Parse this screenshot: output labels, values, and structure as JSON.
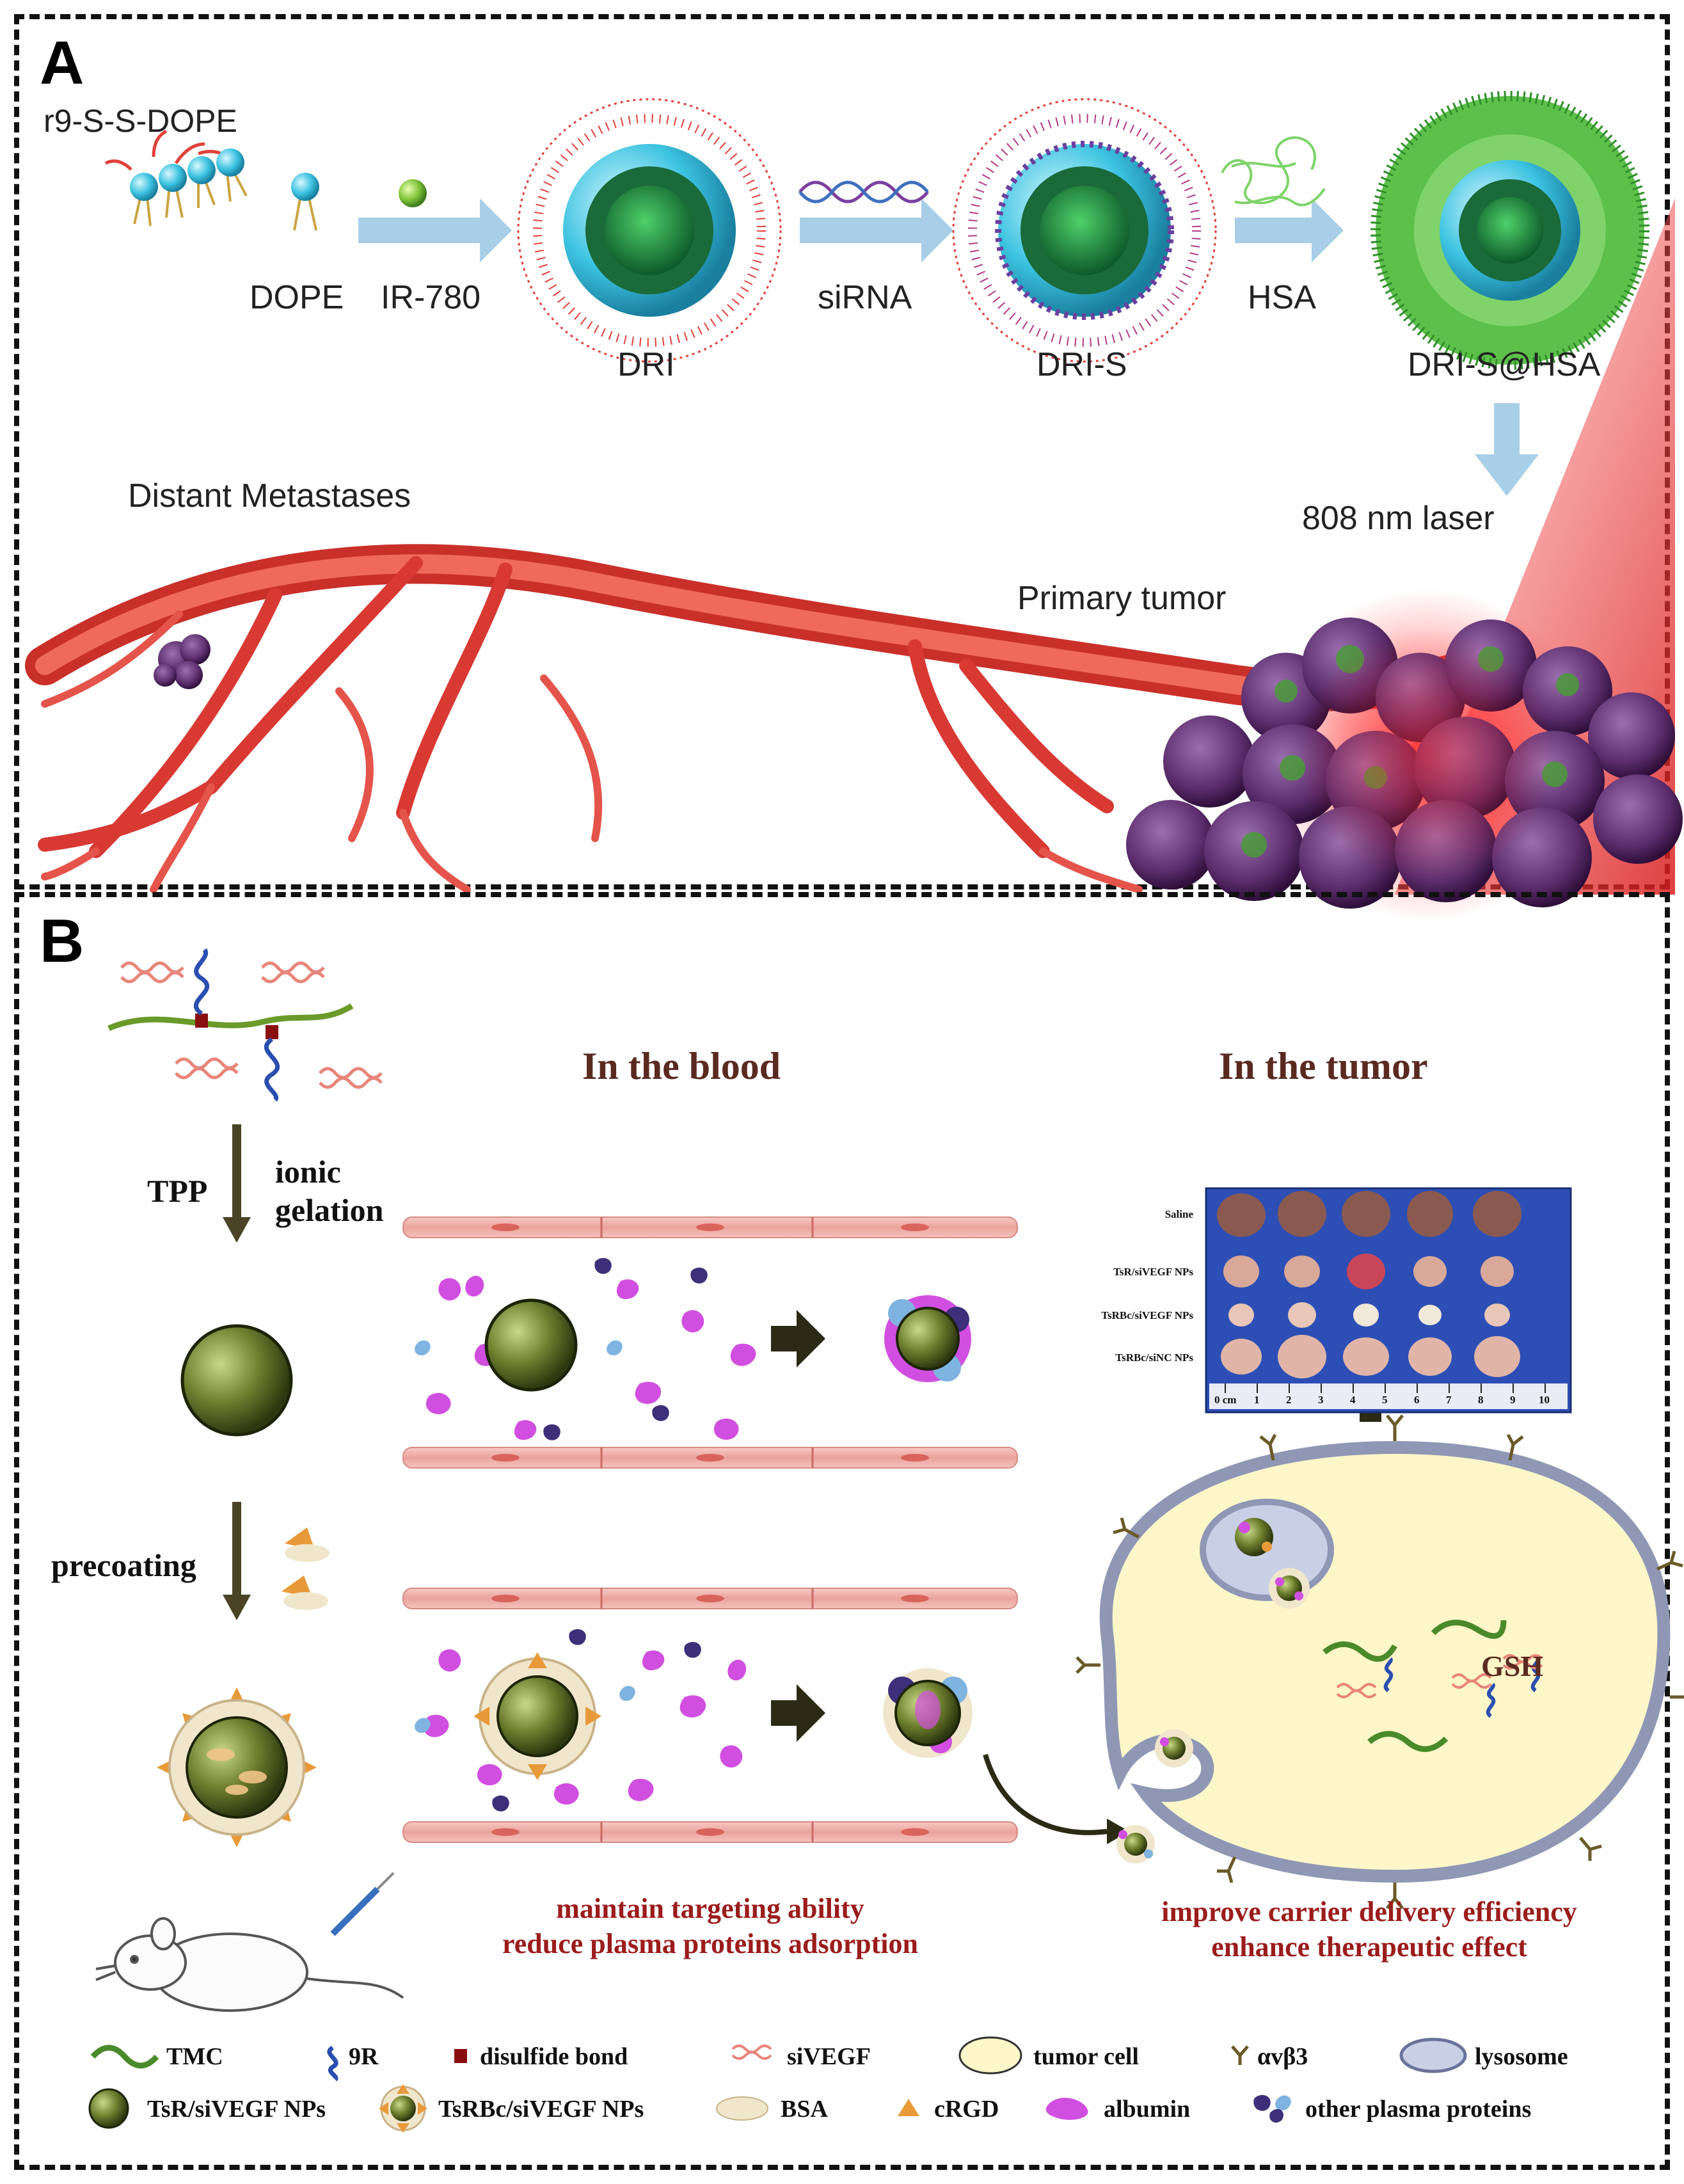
{
  "panel_a": {
    "letter": "A",
    "labels": {
      "r9": "r9-S-S-DOPE",
      "dope": "DOPE",
      "ir780": "IR-780",
      "sirna": "siRNA",
      "hsa": "HSA",
      "dri": "DRI",
      "dris": "DRI-S",
      "drishsa": "DRI-S@HSA",
      "laser": "808 nm laser",
      "metastases": "Distant Metastases",
      "primary": "Primary tumor"
    }
  },
  "panel_b": {
    "letter": "B",
    "titles": {
      "blood": "In the blood",
      "tumor": "In the tumor"
    },
    "steps": {
      "tpp": "TPP",
      "ionic": "ionic",
      "gelation": "gelation",
      "precoating": "precoating"
    },
    "gsh": "GSH",
    "notes": {
      "blood_1": "maintain targeting ability",
      "blood_2": "reduce plasma proteins adsorption",
      "tumor_1": "improve carrier delivery efficiency",
      "tumor_2": "enhance therapeutic effect"
    },
    "photo": {
      "rows": [
        "Saline",
        "TsR/siVEGF NPs",
        "TsRBc/siVEGF NPs",
        "TsRBc/siNC NPs"
      ],
      "ruler_labels": [
        "0 cm",
        "1",
        "2",
        "3",
        "4",
        "5",
        "6",
        "7",
        "8",
        "9",
        "10"
      ]
    },
    "legend": {
      "row1": [
        "TMC",
        "9R",
        "disulfide bond",
        "siVEGF",
        "tumor cell",
        "αvβ3",
        "lysosome"
      ],
      "row2": [
        "TsR/siVEGF NPs",
        "TsRBc/siVEGF NPs",
        "BSA",
        "cRGD",
        "albumin",
        "other plasma proteins"
      ]
    }
  },
  "colors": {
    "arrow_blue": "#a9cfe8",
    "vessel_red": "#e0413a",
    "tumor_purple": "#5a2c6b",
    "title_brown": "#5a2a20",
    "note_red": "#9b1c1c",
    "photo_blue": "#2d4fb5",
    "cell_yellow": "#fdf6c9",
    "albumin_magenta": "#d14fe0"
  }
}
